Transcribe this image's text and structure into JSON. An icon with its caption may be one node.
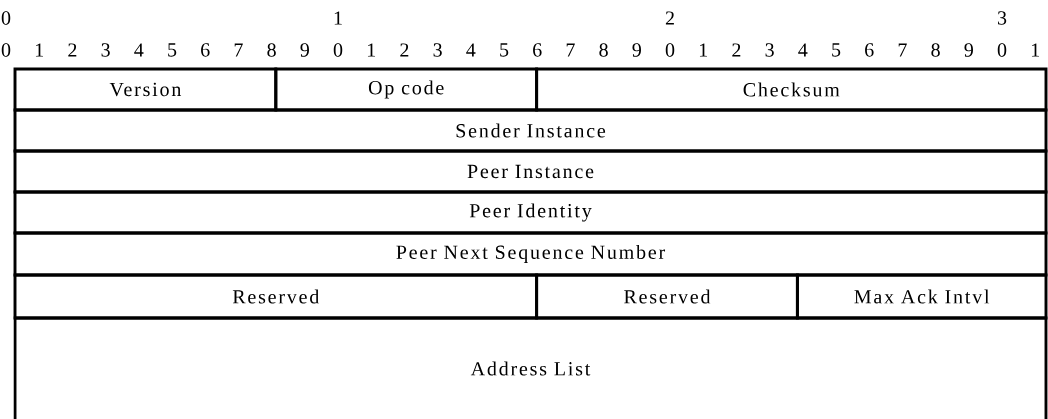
{
  "diagram": {
    "nodes": [
      {
        "text": [
          "Version"
        ]
      },
      {
        "text": [
          "Op code"
        ]
      },
      {
        "text": [
          "Checksum"
        ]
      },
      {
        "text": [
          "Sender Instance"
        ]
      },
      {
        "text": [
          "Peer Instance"
        ]
      },
      {
        "text": [
          "Peer Identity"
        ]
      },
      {
        "text": [
          "Peer Next Sequence Number"
        ]
      },
      {
        "text": [
          "Reserved"
        ]
      },
      {
        "text": [
          "Reserved"
        ]
      },
      {
        "text": [
          "Max Ack Intvl"
        ]
      },
      {
        "text": [
          "Address List"
        ]
      }
    ],
    "labels": [
      "0",
      "1",
      "2",
      "3",
      "0",
      "1",
      "2",
      "3",
      "4",
      "5",
      "6",
      "7",
      "8",
      "9",
      "0",
      "1",
      "2",
      "3",
      "4",
      "5",
      "6",
      "7",
      "8",
      "9",
      "0",
      "1",
      "2",
      "3",
      "4",
      "5",
      "6",
      "7",
      "8",
      "9",
      "0",
      "1"
    ]
  }
}
